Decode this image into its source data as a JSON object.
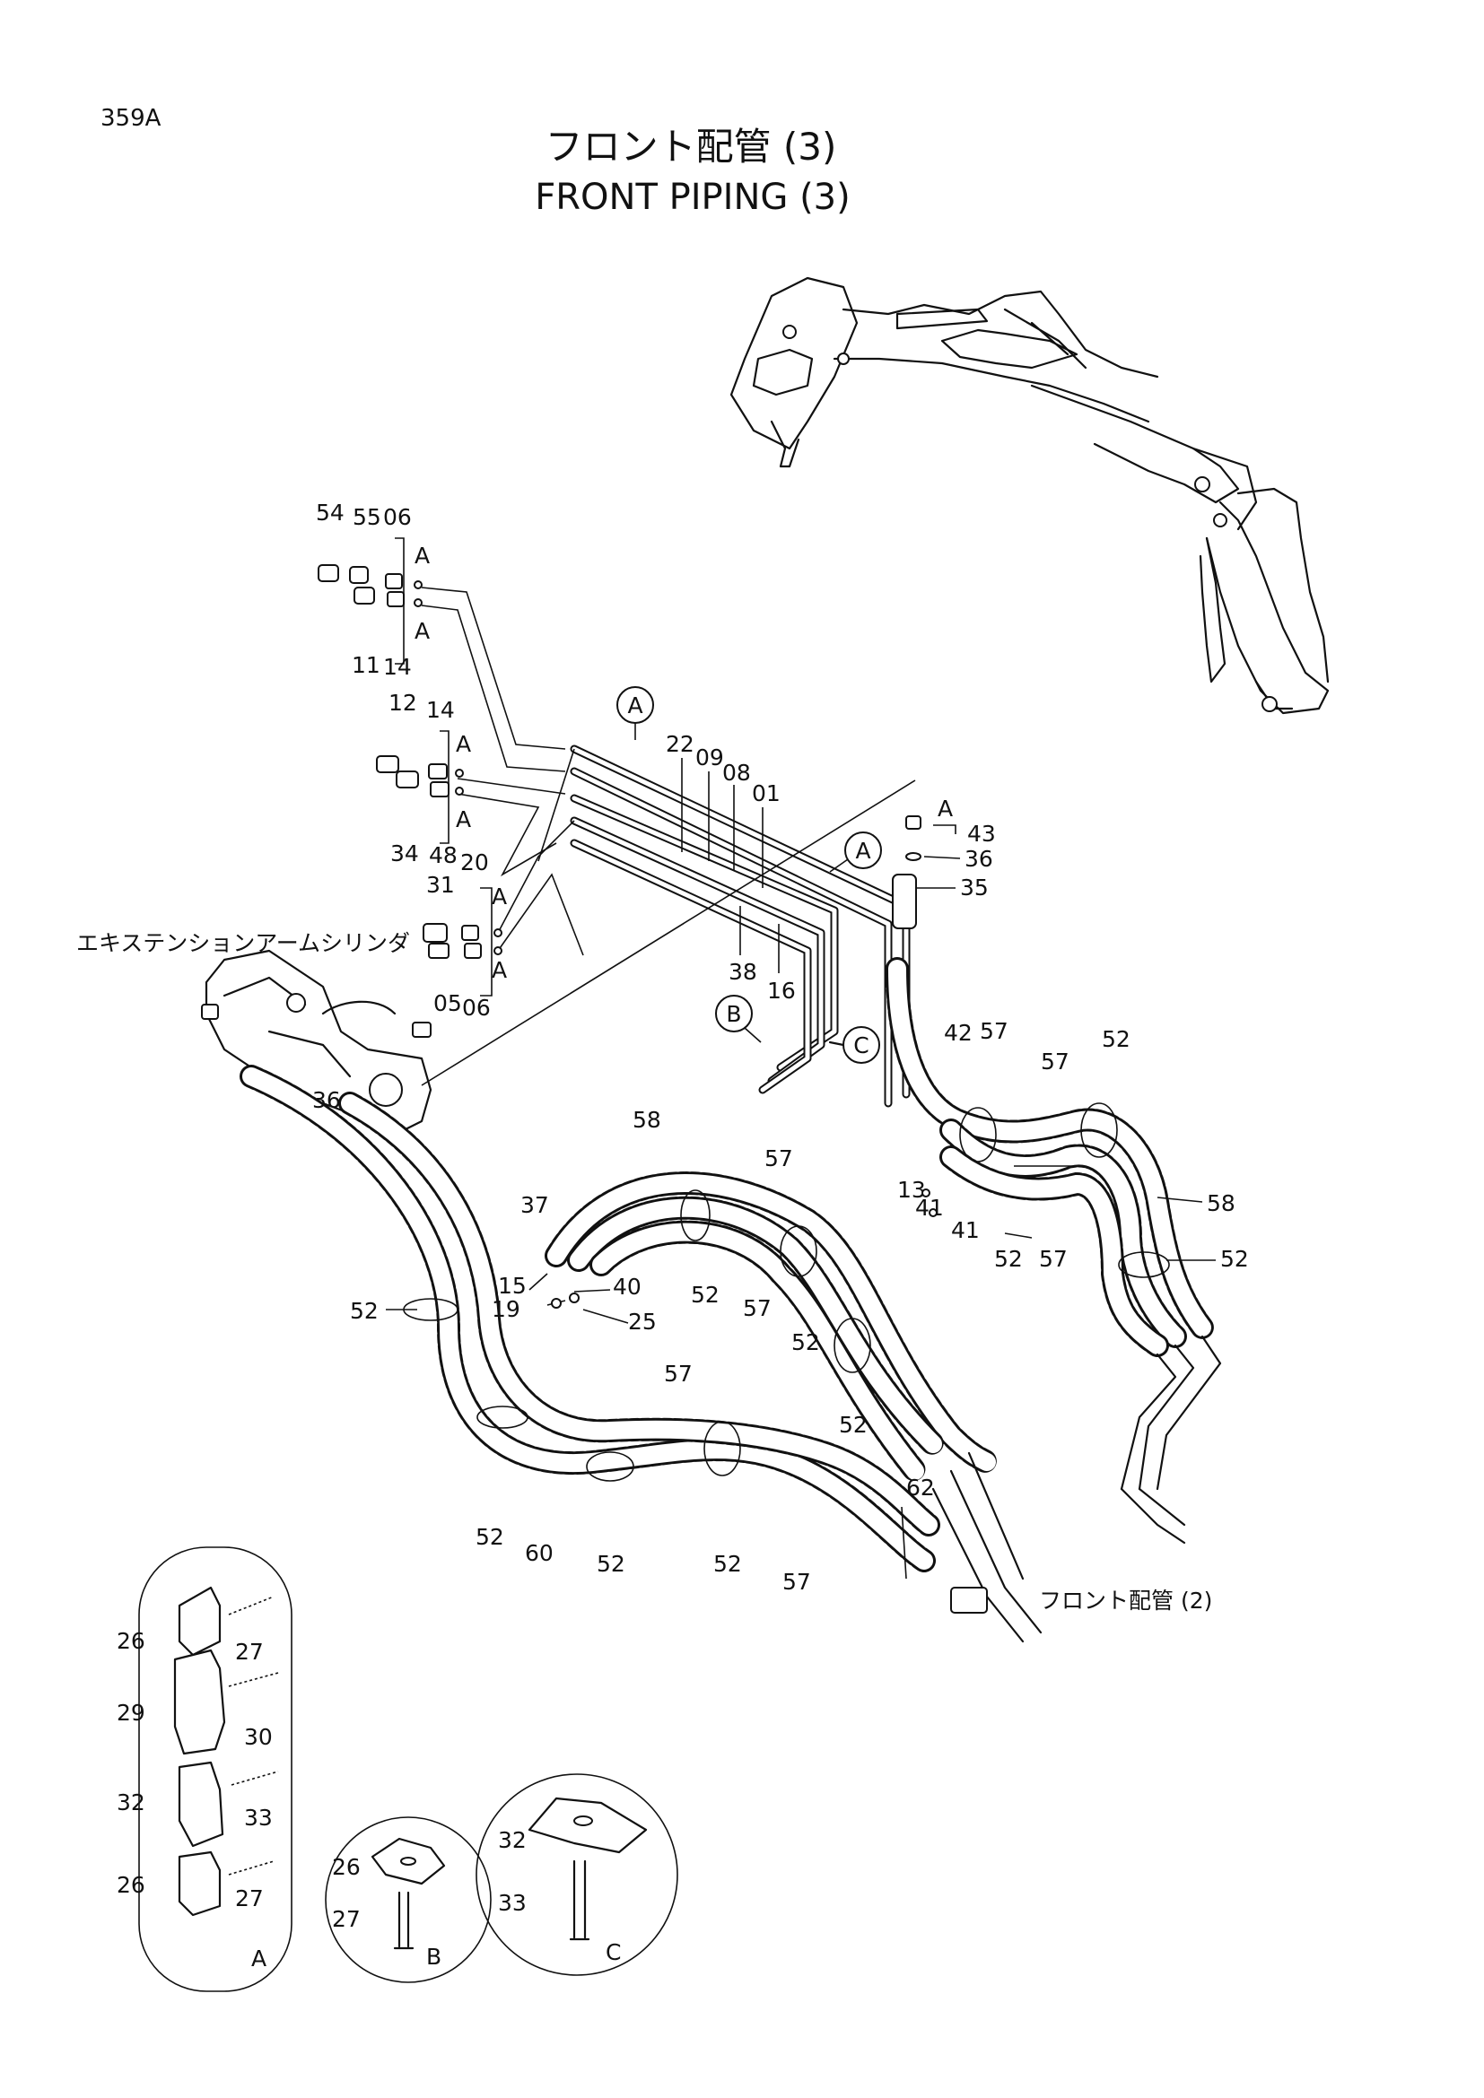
{
  "page": {
    "ref": "359A",
    "title_jp": "フロント配管 (3)",
    "title_en": "FRONT PIPING (3)"
  },
  "annotations": {
    "cylinder_label": "エキステンションアームシリンダ",
    "to_front_piping": "フロント配管 (2)"
  },
  "callouts": {
    "A": "A",
    "B": "B",
    "C": "C"
  },
  "part_numbers": {
    "n54": "54",
    "n55": "55",
    "n06a": "06",
    "n11": "11",
    "n14a": "14",
    "n12": "12",
    "n14b": "14",
    "n34": "34",
    "n48": "48",
    "n31": "31",
    "n20": "20",
    "n05": "05",
    "n06b": "06",
    "n22": "22",
    "n09": "09",
    "n08": "08",
    "n01": "01",
    "n43": "43",
    "n36a": "36",
    "n35": "35",
    "n38": "38",
    "n16": "16",
    "n36b": "36",
    "n42": "42",
    "n57a": "57",
    "n57b": "57",
    "n52a": "52",
    "n13": "13",
    "n41a": "41",
    "n41b": "41",
    "n52b": "52",
    "n57c": "57",
    "n58a": "58",
    "n52c": "52",
    "n58b": "58",
    "n57d": "57",
    "n37": "37",
    "n15": "15",
    "n19": "19",
    "n40": "40",
    "n25": "25",
    "n52d": "52",
    "n57e": "57",
    "n52e": "52",
    "n52f": "52",
    "n52g": "52",
    "n57f": "57",
    "n62": "62",
    "n52h": "52",
    "n60": "60",
    "n52i": "52",
    "n52j": "52",
    "n57g": "57",
    "n26a": "26",
    "n27a": "27",
    "n29": "29",
    "n30": "30",
    "n32a": "32",
    "n33a": "33",
    "n26b": "26",
    "n27b": "27",
    "n26c": "26",
    "n27c": "27",
    "n32b": "32",
    "n33b": "33"
  },
  "detail_views": {
    "A": "A",
    "B": "B",
    "C": "C"
  }
}
